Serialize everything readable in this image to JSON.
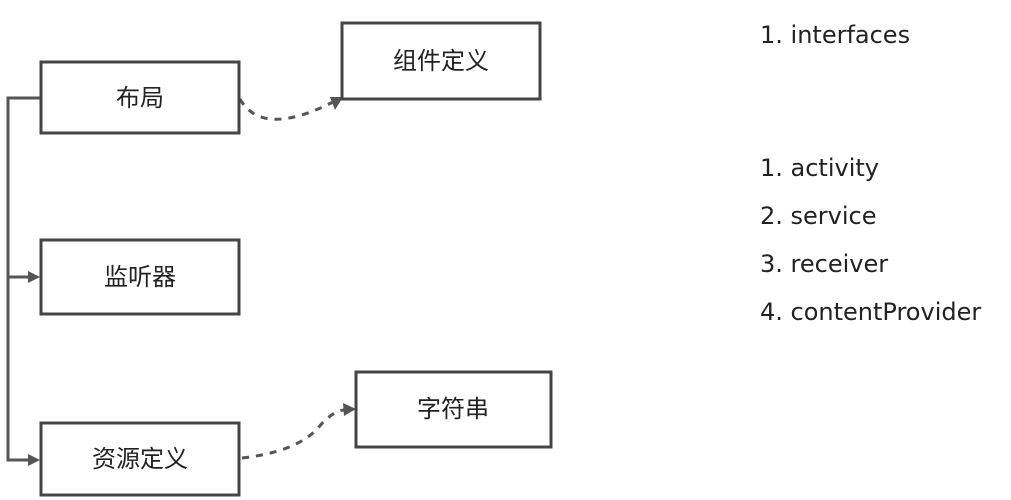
{
  "nodes": {
    "layout": "布局",
    "component_definition": "组件定义",
    "listener": "监听器",
    "resource_definition": "资源定义",
    "string": "字符串"
  },
  "lists": {
    "interfaces": [
      "1. interfaces"
    ],
    "components": [
      "1. activity",
      "2. service",
      "3. receiver",
      "4. contentProvider"
    ]
  },
  "colors": {
    "stroke": "#444444",
    "text": "#222222",
    "background": "#ffffff"
  }
}
